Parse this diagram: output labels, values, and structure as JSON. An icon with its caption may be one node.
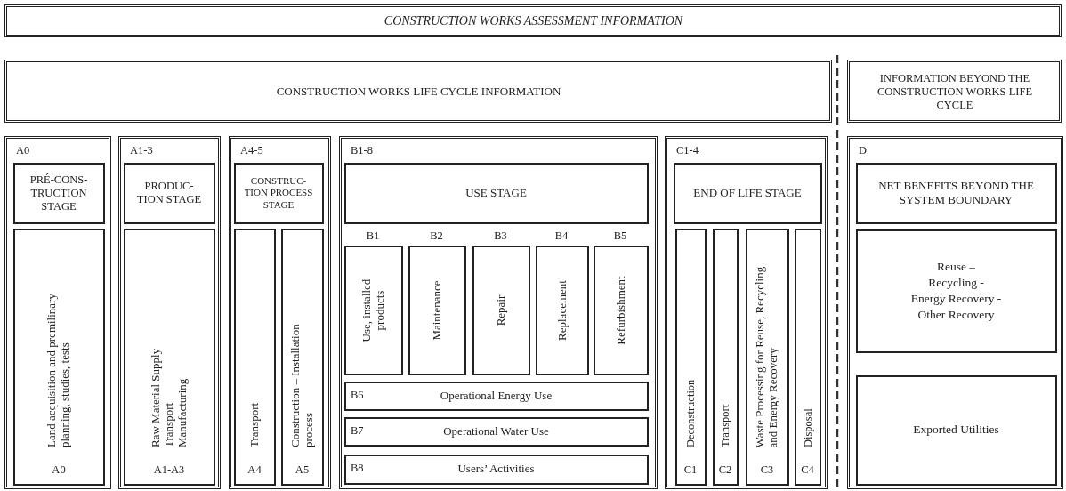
{
  "diagram": {
    "nodes": [
      {
        "text": [
          "CONSTRUCTION WORKS ASSESSMENT INFORMATION"
        ]
      },
      {
        "text": [
          "CONSTRUCTION WORKS LIFE CYCLE INFORMATION"
        ]
      },
      {
        "text": [
          "INFORMATION BEYOND THE CONSTRUCTION WORKS LIFE CYCLE"
        ]
      },
      {
        "text": [
          "A0"
        ]
      },
      {
        "text": [
          "PRÉ-CONS- TRUCTION STAGE"
        ],
        "in": 3
      },
      {
        "text": [
          "Land acquisition and premilinary planning, studies, tests",
          "A0"
        ],
        "in": 3
      },
      {
        "text": [
          "A1-3"
        ]
      },
      {
        "text": [
          "PRODUC- TION STAGE"
        ],
        "in": 6
      },
      {
        "text": [
          "Raw Material Supply",
          "Transport",
          "Manufacturing",
          "A1-A3"
        ],
        "in": 6
      },
      {
        "text": [
          "A4-5"
        ]
      },
      {
        "text": [
          "CONSTRUC- TION PROCESS STAGE"
        ],
        "in": 9
      },
      {
        "text": [
          "Transport",
          "A4"
        ],
        "in": 9
      },
      {
        "text": [
          "Construction – Installation process",
          "A5"
        ],
        "in": 9
      },
      {
        "text": [
          "B1-8"
        ]
      },
      {
        "text": [
          "USE STAGE"
        ],
        "in": 13
      },
      {
        "text": [
          "B1",
          "Use, installed products"
        ],
        "in": 13
      },
      {
        "text": [
          "B2",
          "Maintenance"
        ],
        "in": 13
      },
      {
        "text": [
          "B3",
          "Repair"
        ],
        "in": 13
      },
      {
        "text": [
          "B4",
          "Replacement"
        ],
        "in": 13
      },
      {
        "text": [
          "B5",
          "Refurbishment"
        ],
        "in": 13
      },
      {
        "text": [
          "B6",
          "Operational Energy Use"
        ],
        "in": 13
      },
      {
        "text": [
          "B7",
          "Operational Water Use"
        ],
        "in": 13
      },
      {
        "text": [
          "B8",
          "Users’ Activities"
        ],
        "in": 13
      },
      {
        "text": [
          "C1-4"
        ]
      },
      {
        "text": [
          "END OF LIFE STAGE"
        ],
        "in": 23
      },
      {
        "text": [
          "Deconstruction",
          "C1"
        ],
        "in": 23
      },
      {
        "text": [
          "Transport",
          "C2"
        ],
        "in": 23
      },
      {
        "text": [
          "Waste Processing for Reuse, Recycling and Energy Recovery",
          "C3"
        ],
        "in": 23
      },
      {
        "text": [
          "Disposal",
          "C4"
        ],
        "in": 23
      },
      {
        "text": [
          "D"
        ]
      },
      {
        "text": [
          "NET BENEFITS BEYOND THE SYSTEM BOUNDARY"
        ],
        "in": 29
      },
      {
        "text": [
          "Reuse –",
          "Recycling -",
          "Energy Recovery -",
          "Other Recovery"
        ],
        "in": 29
      },
      {
        "text": [
          "Exported Utilities"
        ],
        "in": 29
      }
    ]
  }
}
